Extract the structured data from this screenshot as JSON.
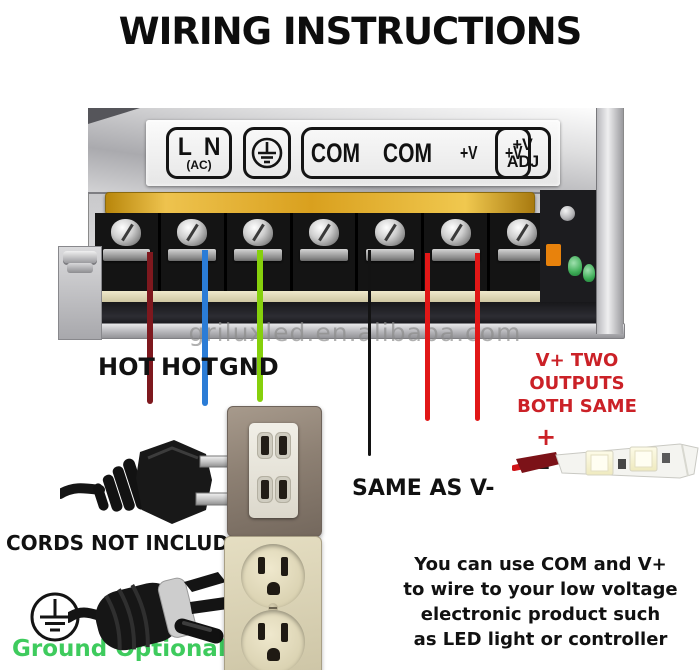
{
  "title": "WIRING INSTRUCTIONS",
  "watermark": "griluxled.en.alibaba.com",
  "psu": {
    "terminal_plate": {
      "l": "L",
      "n": "N",
      "ac": "(AC)",
      "com_labels": [
        "COM",
        "COM",
        "+V",
        "+V"
      ],
      "adj_top": "+V",
      "adj_bottom": "ADJ"
    },
    "wires": [
      {
        "name": "hot-wire-1",
        "color": "#7e181e"
      },
      {
        "name": "hot-wire-2",
        "color": "#2b7cd6"
      },
      {
        "name": "ground-wire",
        "color": "#86d00c"
      },
      {
        "name": "com-wire",
        "color": "#131313"
      },
      {
        "name": "vplus-wire-1",
        "color": "#e11717"
      },
      {
        "name": "vplus-wire-2",
        "color": "#e11717"
      }
    ]
  },
  "annotations": {
    "hot1": "HOT",
    "hot2": "HOT",
    "gnd": "GND",
    "vplus_line1": "V+ TWO OUTPUTS",
    "vplus_line2": "BOTH SAME",
    "same_as_v": "SAME AS V-",
    "cords": "CORDS NOT INCLUDED",
    "ground_optional": "Ground Optional",
    "led_plus": "+",
    "led_minus": "–"
  },
  "note_lines": [
    "You can use COM and V+",
    "to wire to your low voltage",
    "electronic product such",
    "as LED light or controller"
  ],
  "colors": {
    "annotation_red": "#cb2127",
    "ground_green": "#3ecb5d",
    "text_black": "#111111"
  }
}
